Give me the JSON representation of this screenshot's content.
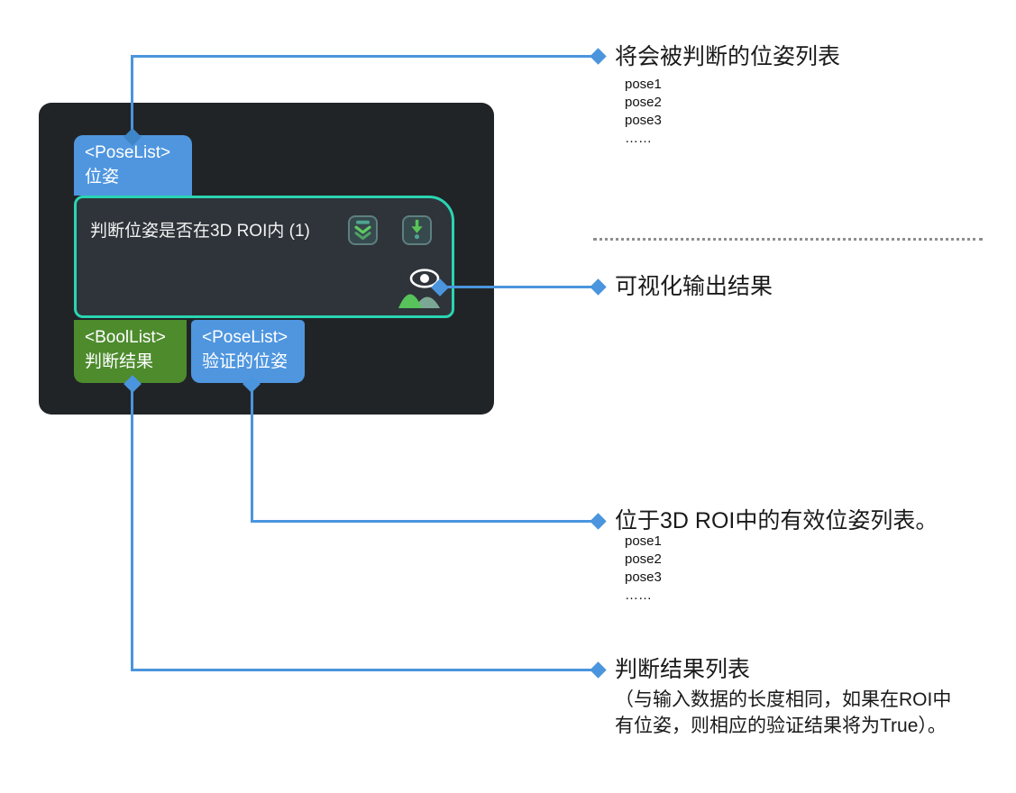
{
  "panel": {
    "input_port": {
      "datatype": "<PoseList>",
      "label": "位姿"
    },
    "node": {
      "title": "判断位姿是否在3D ROI内 (1)"
    },
    "output_port_bool": {
      "datatype": "<BoolList>",
      "label": "判断结果"
    },
    "output_port_pose": {
      "datatype": "<PoseList>",
      "label": "验证的位姿"
    }
  },
  "annotations": {
    "input": {
      "title": "将会被判断的位姿列表",
      "items": [
        "pose1",
        "pose2",
        "pose3",
        "……"
      ]
    },
    "visualization": {
      "title": "可视化输出结果"
    },
    "valid_poses": {
      "title": "位于3D ROI中的有效位姿列表。",
      "items": [
        "pose1",
        "pose2",
        "pose3",
        "……"
      ]
    },
    "results": {
      "title": "判断结果列表",
      "note_lines": [
        "（与输入数据的长度相同，如果在ROI中",
        "有位姿，则相应的验证结果将为True）。"
      ]
    }
  },
  "icons": {
    "collapse_button": "double-chevron-down-icon",
    "step_button": "down-arrow-icon",
    "visualization_output": "eye-mountain-icon"
  },
  "colors": {
    "connector_blue": "#4a95dd",
    "port_blue": "#4f96df",
    "port_green": "#4d8b2d",
    "node_border_teal": "#2ad5b2",
    "panel_bg": "#212427",
    "node_bg": "#2f343a",
    "separator_gray": "#8e8e8e"
  }
}
